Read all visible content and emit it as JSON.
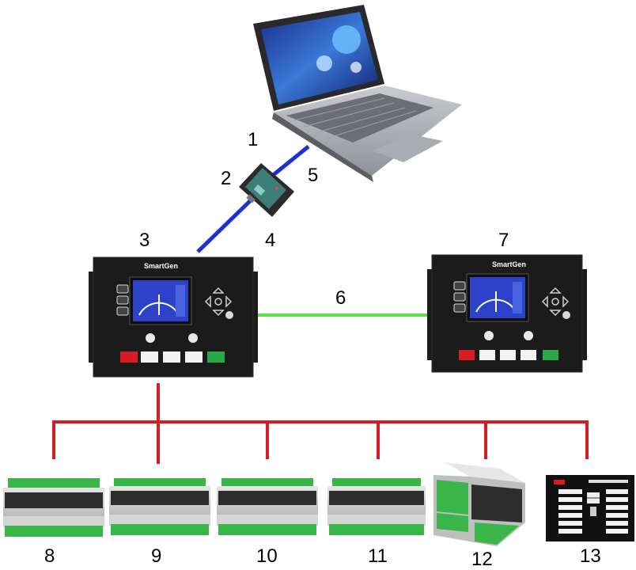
{
  "colors": {
    "usb_cable": "#1f2fd6",
    "link_cable": "#5ee04a",
    "bus": "#d81c24",
    "controller_body": "#1b1b1b",
    "screen": "#2b42c9",
    "terminal_green": "#39b54a"
  },
  "labels": {
    "n1": "1",
    "n2": "2",
    "n3": "3",
    "n4": "4",
    "n5": "5",
    "n6": "6",
    "n7": "7",
    "n8": "8",
    "n9": "9",
    "n10": "10",
    "n11": "11",
    "n12": "12",
    "n13": "13"
  },
  "brand": {
    "controller_a": "SmartGen",
    "controller_b": "SmartGen"
  },
  "icons": {
    "laptop": "laptop-icon",
    "converter": "usb-converter-icon",
    "controller": "genset-controller-icon",
    "module": "expansion-module-icon",
    "annunciator": "annunciator-panel-icon"
  }
}
